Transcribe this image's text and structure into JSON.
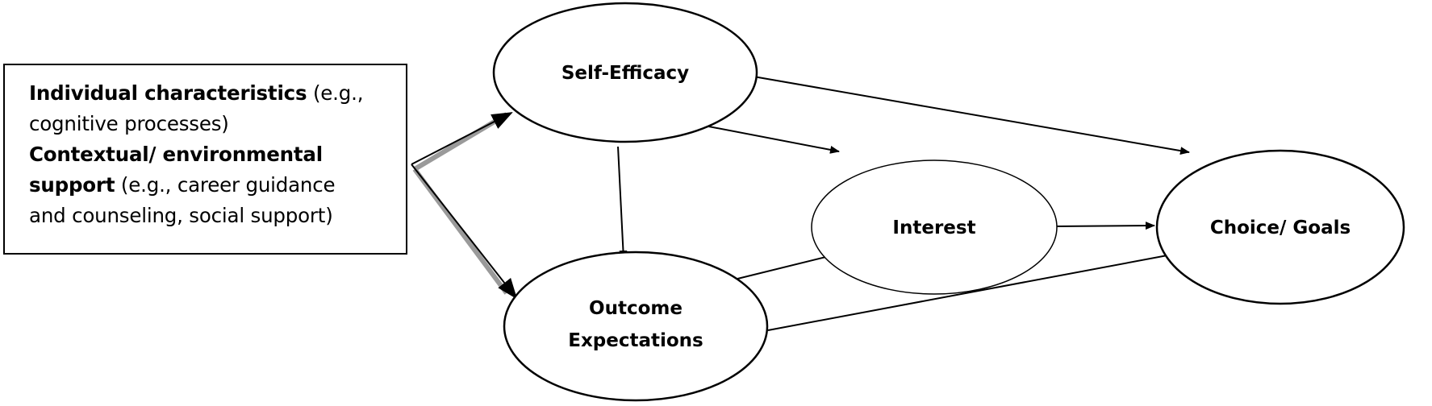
{
  "input_box": {
    "individual_bold": "Individual characteristics",
    "individual_rest": " (e.g.,",
    "individual_line2": "cognitive processes)",
    "contextual_bold_1": "Contextual/ environmental",
    "contextual_bold_2": "support",
    "contextual_rest": " (e.g., career guidance",
    "contextual_line3": "and counseling, social support)"
  },
  "nodes": {
    "self_efficacy": "Self-Efficacy",
    "outcome_line1": "Outcome",
    "outcome_line2": "Expectations",
    "interest": "Interest",
    "choice_goals": "Choice/ Goals"
  },
  "colors": {
    "line": "#000000",
    "background": "#ffffff",
    "shadow_arrow": "#9a9a9a"
  }
}
